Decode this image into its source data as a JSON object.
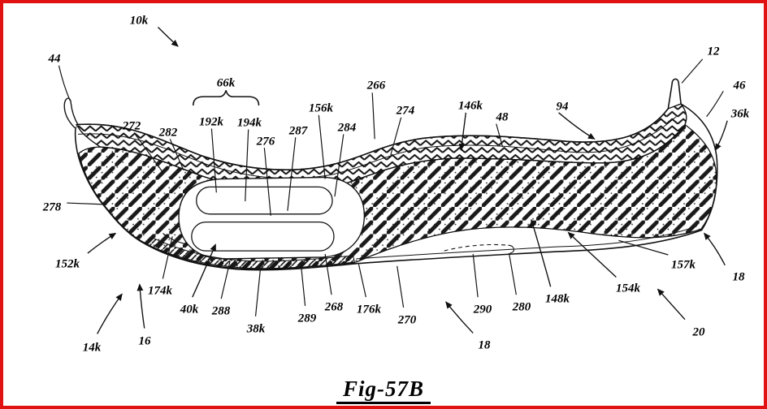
{
  "figure": {
    "title": "Fig-57B"
  },
  "labels": [
    {
      "text": "10k"
    },
    {
      "text": "44"
    },
    {
      "text": "12"
    },
    {
      "text": "46"
    },
    {
      "text": "36k"
    },
    {
      "text": "66k"
    },
    {
      "text": "272"
    },
    {
      "text": "282"
    },
    {
      "text": "192k"
    },
    {
      "text": "194k"
    },
    {
      "text": "276"
    },
    {
      "text": "287"
    },
    {
      "text": "156k"
    },
    {
      "text": "284"
    },
    {
      "text": "266"
    },
    {
      "text": "274"
    },
    {
      "text": "146k"
    },
    {
      "text": "48"
    },
    {
      "text": "94"
    },
    {
      "text": "278"
    },
    {
      "text": "152k"
    },
    {
      "text": "174k"
    },
    {
      "text": "40k"
    },
    {
      "text": "288"
    },
    {
      "text": "38k"
    },
    {
      "text": "289"
    },
    {
      "text": "268"
    },
    {
      "text": "176k"
    },
    {
      "text": "270"
    },
    {
      "text": "290"
    },
    {
      "text": "280"
    },
    {
      "text": "148k"
    },
    {
      "text": "154k"
    },
    {
      "text": "157k"
    },
    {
      "text": "18"
    },
    {
      "text": "20"
    },
    {
      "text": "18"
    },
    {
      "text": "16"
    },
    {
      "text": "14k"
    }
  ],
  "colors": {
    "frame": "#e01212",
    "ink": "#111111"
  }
}
